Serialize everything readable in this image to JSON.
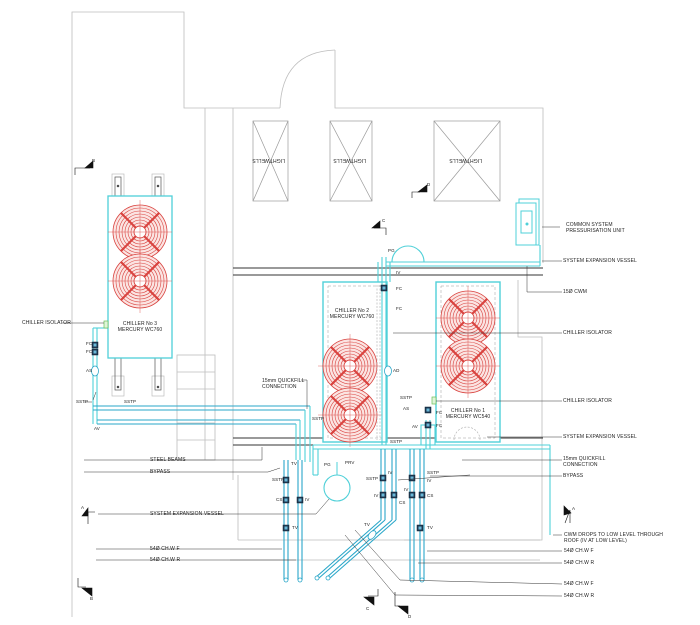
{
  "drawing": {
    "colors": {
      "wall": "#bdbdbd",
      "pipe": "#4fd0d8",
      "pipe_dark": "#2aa7c9",
      "fan": "#d9433f",
      "text": "#222222",
      "beam": "#333333"
    }
  },
  "rooflights": [
    {
      "label": "LIGHTWELLS"
    },
    {
      "label": "LIGHTWELLS"
    },
    {
      "label": "LIGHTWELLS"
    }
  ],
  "chillers": [
    {
      "name": "CHILLER No 3",
      "model": "MERCURY WC760",
      "fans": 2
    },
    {
      "name": "CHILLER No 2",
      "model": "MERCURY WC760",
      "fans": 2
    },
    {
      "name": "CHILLER No 1",
      "model": "MERCURY WC540",
      "fans": 2
    }
  ],
  "section_markers": {
    "a_left": "A",
    "a_right": "A",
    "b_top": "B",
    "b_bottom": "B",
    "c_top": "C",
    "c_bottom": "C",
    "d_top": "D",
    "d_bottom": "D"
  },
  "callouts_left": {
    "chiller_isolator": "CHILLER ISOLATOR",
    "steel_beams": "STEEL BEAMS",
    "bypass": "BYPASS",
    "system_expansion_vessel": "SYSTEM EXPANSION VESSEL",
    "chw_f": "54Ø CH.W F",
    "chw_r": "54Ø CH.W R",
    "quickfill": "15mm QUICKFILL\nCONNECTION"
  },
  "callouts_right": {
    "pressurisation_unit": "COMMON SYSTEM\nPRESSURISATION UNIT",
    "system_expansion_vessel_top": "SYSTEM EXPANSION VESSEL",
    "cwm": "15Ø CWM",
    "chiller_isolator_1": "CHILLER ISOLATOR",
    "chiller_isolator_2": "CHILLER ISOLATOR",
    "system_expansion_vessel_mid": "SYSTEM EXPANSION VESSEL",
    "quickfill": "15mm QUICKFILL\nCONNECTION",
    "bypass": "BYPASS",
    "cwm_drops": "CWM DROPS TO LOW LEVEL THROUGH\nROOF (IV AT LOW LEVEL)",
    "chw_f_1": "54Ø CH.W F",
    "chw_r_1": "54Ø CH.W R",
    "chw_f_2": "54Ø CH.W F",
    "chw_r_2": "54Ø CH.W R"
  },
  "fitting_tags": {
    "fc": "FC",
    "as": "AS",
    "av": "AV",
    "sstp": "SSTP",
    "iv": "IV",
    "cs": "CS",
    "tv": "TV",
    "prv": "PRV",
    "pg": "PG",
    "ad": "AD"
  }
}
